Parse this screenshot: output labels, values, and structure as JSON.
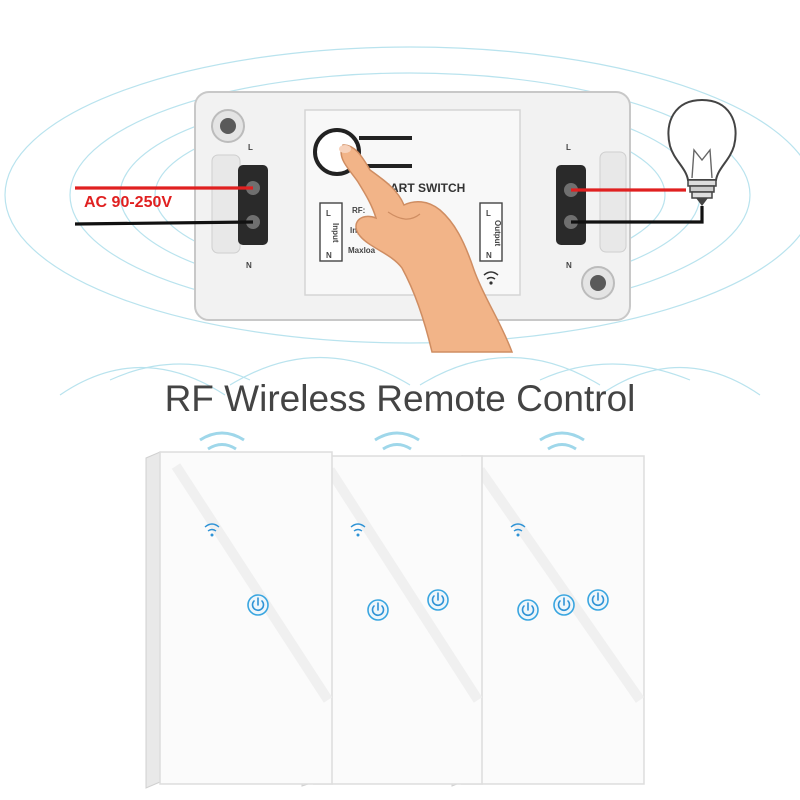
{
  "headline": "RF Wireless Remote Control",
  "module": {
    "label": "MART SWITCH",
    "rf_text": "RF:",
    "input_text": "Input:",
    "maxload_text": "Maxloa",
    "terminal_left": {
      "l": "L",
      "n": "N",
      "side": "Input"
    },
    "terminal_right": {
      "l": "L",
      "n": "N",
      "side": "Output"
    }
  },
  "power_label": "AC 90-250V",
  "colors": {
    "accent_blue": "#2f93d6",
    "signal_ring": "#b9e3ee",
    "live_wire": "#e02020",
    "neutral_wire": "#111111",
    "skin": "#f2b488"
  },
  "panels": [
    {
      "gang": 1,
      "icons": [
        "wifi-icon",
        "power-icon"
      ]
    },
    {
      "gang": 2,
      "icons": [
        "wifi-icon",
        "power-icon",
        "power-icon"
      ]
    },
    {
      "gang": 3,
      "icons": [
        "wifi-icon",
        "power-icon",
        "power-icon",
        "power-icon"
      ]
    }
  ]
}
